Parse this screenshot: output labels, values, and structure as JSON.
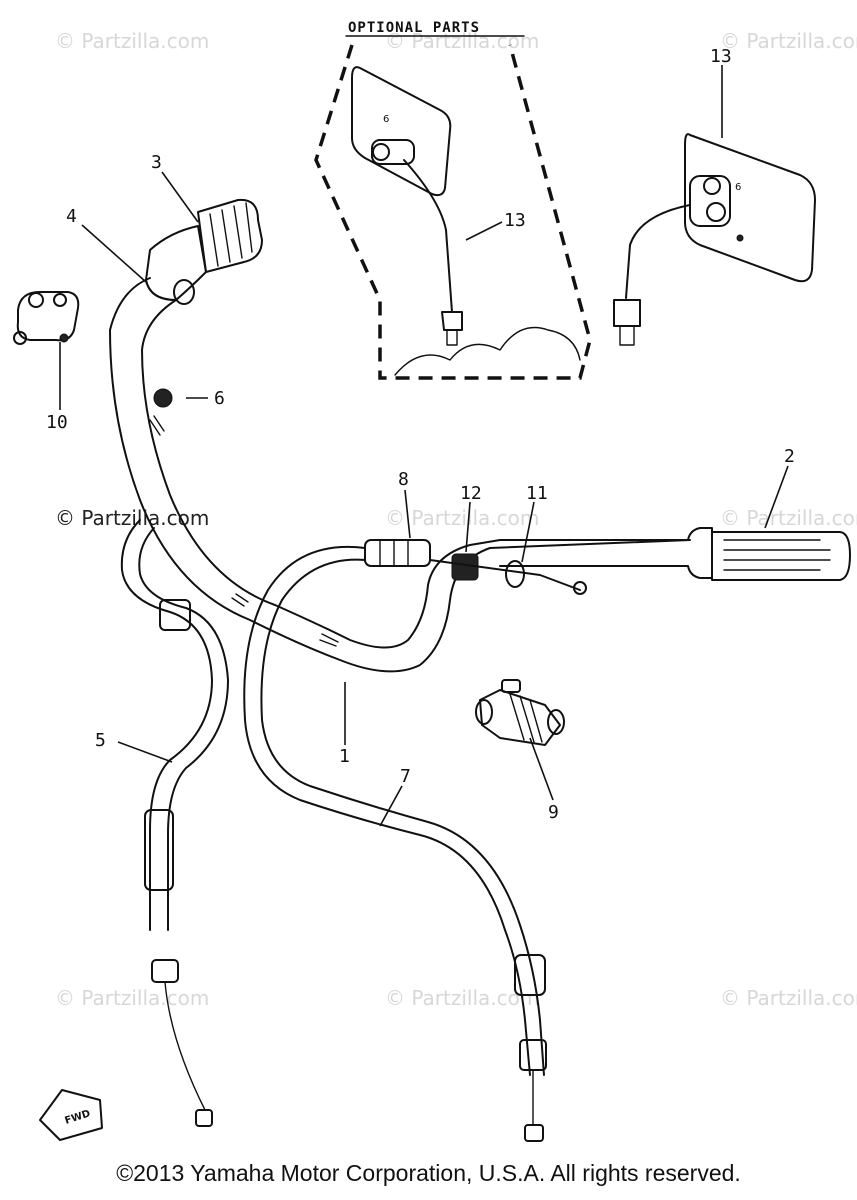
{
  "diagram": {
    "optional_parts_label": "OPTIONAL PARTS",
    "fwd_label": "FWD",
    "callouts": [
      {
        "id": "c1",
        "label": "1"
      },
      {
        "id": "c2",
        "label": "2"
      },
      {
        "id": "c3",
        "label": "3"
      },
      {
        "id": "c4",
        "label": "4"
      },
      {
        "id": "c5",
        "label": "5"
      },
      {
        "id": "c6",
        "label": "6"
      },
      {
        "id": "c7",
        "label": "7"
      },
      {
        "id": "c8",
        "label": "8"
      },
      {
        "id": "c9",
        "label": "9"
      },
      {
        "id": "c10",
        "label": "10"
      },
      {
        "id": "c11",
        "label": "11"
      },
      {
        "id": "c12",
        "label": "12"
      },
      {
        "id": "c13a",
        "label": "13"
      },
      {
        "id": "c13b",
        "label": "13"
      }
    ]
  },
  "watermark": {
    "text": "© Partzilla.com",
    "color": "#d7d7d7"
  },
  "footer": {
    "copyright": "©2013 Yamaha Motor Corporation, U.S.A. All rights reserved."
  }
}
